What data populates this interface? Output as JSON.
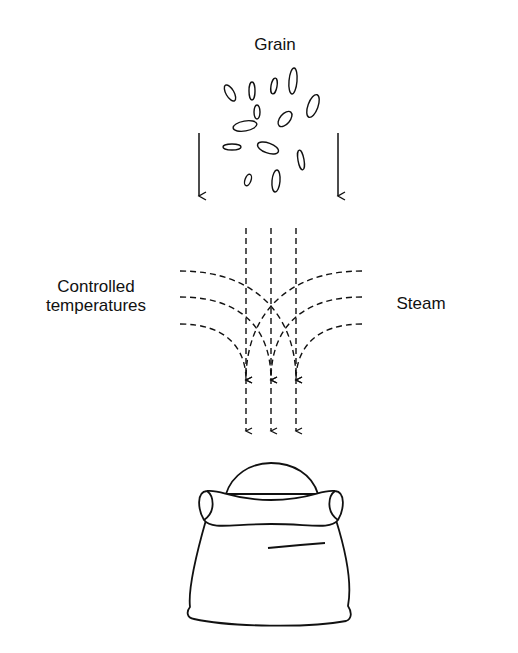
{
  "diagram": {
    "labels": [
      "Grain",
      "Controlled temperatures",
      "Steam"
    ]
  }
}
